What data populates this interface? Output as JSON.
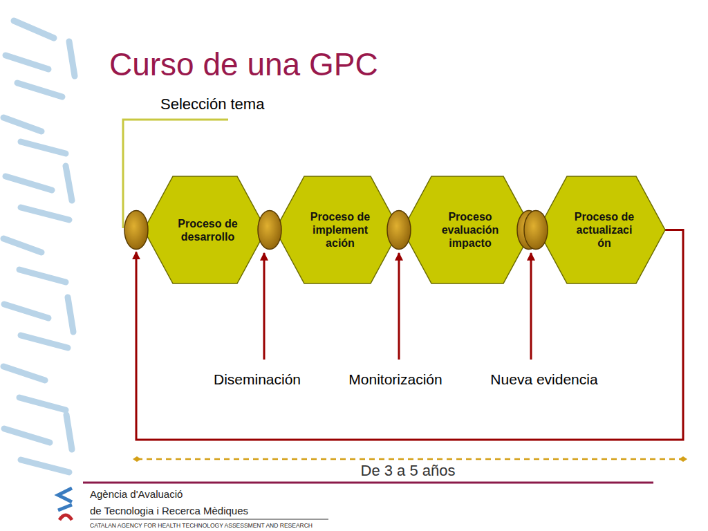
{
  "diagram": {
    "title": "Curso de una GPC",
    "nodes": [
      {
        "text": [
          "Proceso de desarrollo"
        ]
      },
      {
        "text": [
          "Proceso de implementación"
        ]
      },
      {
        "text": [
          "Proceso evaluación impacto"
        ]
      },
      {
        "text": [
          "Proceso de actualización"
        ]
      }
    ],
    "edges": [
      {
        "from": 3,
        "to": 0,
        "arrow": "to"
      }
    ],
    "labels": [
      "Selección tema",
      "Diseminación",
      "Monitorización",
      "Nueva evidencia",
      "De 3 a 5 años",
      "Agència d'Avaluació",
      "de Tecnologia i Recerca Mèdiques",
      "CATALAN AGENCY FOR HEALTH TECHNOLOGY ASSESSMENT AND RESEARCH"
    ]
  }
}
